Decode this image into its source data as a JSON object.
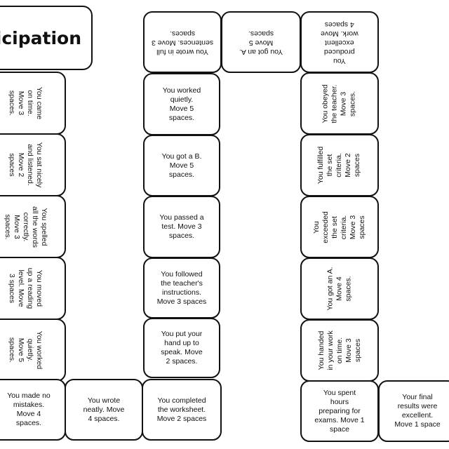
{
  "title": "ticipation",
  "tiles": [
    {
      "id": "start-left-1",
      "text": "You came\non time.\nMove 3\nspaces."
    },
    {
      "id": "start-left-2",
      "text": "You sat nicely\nand listened.\nMove 2\nspaces"
    },
    {
      "id": "start-left-3",
      "text": "You spelled\nall the words\ncorrectly.\nMove 3\nspaces."
    },
    {
      "id": "start-left-4",
      "text": "You moved\nup a reading\nlevel. Move\n3 spaces"
    },
    {
      "id": "start-left-5",
      "text": "You worked\nquietly.\nMove 5\nspaces."
    },
    {
      "id": "bottom-1",
      "text": "You made no\nmistakes.\nMove 4\nspaces."
    },
    {
      "id": "bottom-2",
      "text": "You wrote\nneatly. Move\n4 spaces."
    },
    {
      "id": "bottom-3",
      "text": "You completed\nthe worksheet.\nMove 2 spaces"
    },
    {
      "id": "col2-1",
      "text": "You put your\nhand up to\nspeak. Move\n2 spaces."
    },
    {
      "id": "col2-2",
      "text": "You followed\nthe teacher's\ninstructions.\nMove 3 spaces"
    },
    {
      "id": "col2-3",
      "text": "You passed a\ntest. Move 3\nspaces."
    },
    {
      "id": "col2-4",
      "text": "You got a B.\nMove 5\nspaces."
    },
    {
      "id": "col2-5",
      "text": "You worked\nquietly.\nMove 5\nspaces."
    },
    {
      "id": "top-1",
      "text": "You wrote in full\nsentences. Move 3\nspaces."
    },
    {
      "id": "top-2",
      "text": "You got an A.\nMove 5\nspaces."
    },
    {
      "id": "top-3",
      "text": "You\nproduced\nexcellent\nwork. Move\n4 spaces"
    },
    {
      "id": "col3-1",
      "text": "You obeyed\nthe teacher.\nMove 3\nspaces."
    },
    {
      "id": "col3-2",
      "text": "You fulfilled\nthe set\ncriteria.\nMove 2\nspaces"
    },
    {
      "id": "col3-3",
      "text": "You\nexceeded\nthe set\ncriteria.\nMove 3\nspaces"
    },
    {
      "id": "col3-4",
      "text": "You got an A.\nMove 4\nspaces."
    },
    {
      "id": "col3-5",
      "text": "You handed\nin your work\non time.\nMove 3\nspaces"
    },
    {
      "id": "bottom-4",
      "text": "You spent\nhours\npreparing for\nexams. Move 1\nspace"
    },
    {
      "id": "bottom-5",
      "text": "Your final\nresults were\nexcellent.\nMove 1 space"
    }
  ]
}
